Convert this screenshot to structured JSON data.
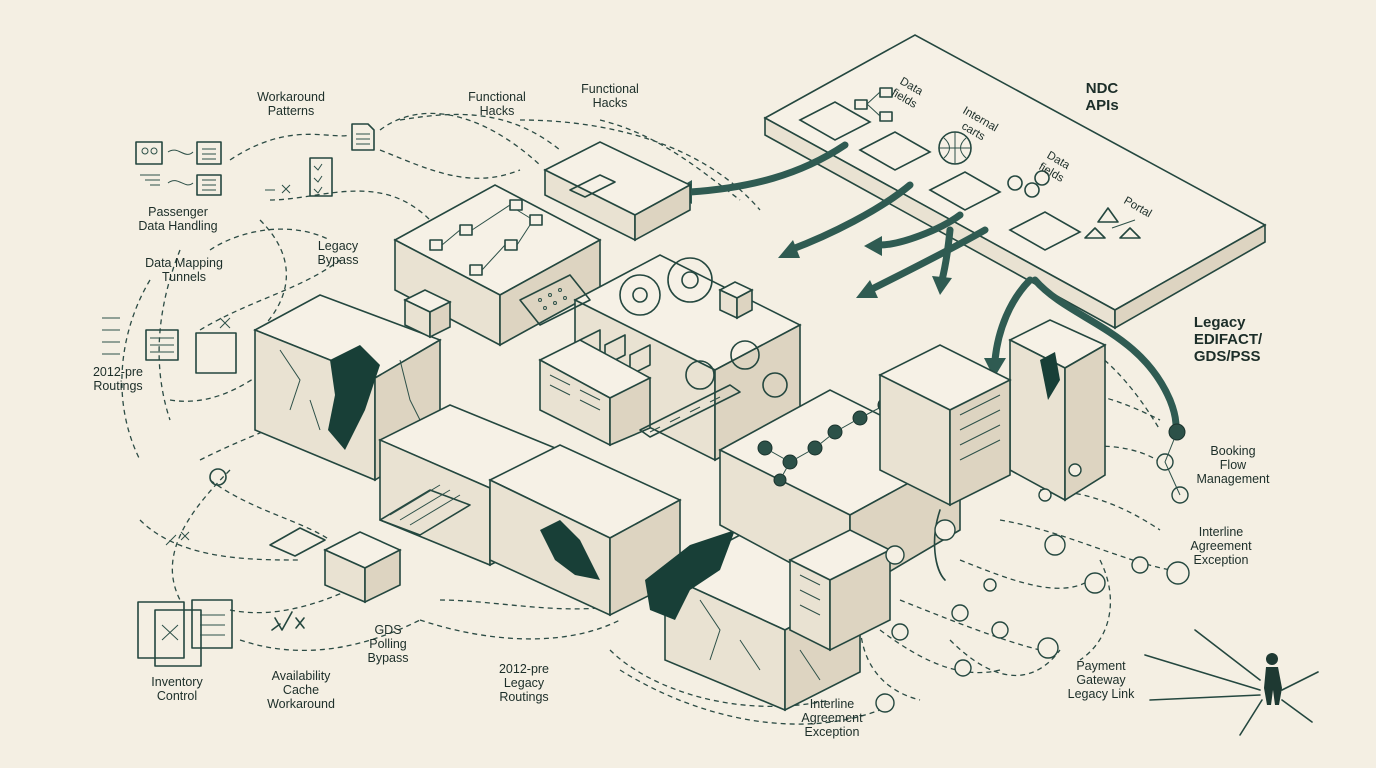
{
  "diagram": {
    "labels": {
      "ndc_apis": "NDC\nAPIs",
      "data_fields_1": "Data\nfields",
      "internal_carts": "Internal\ncarts",
      "data_fields_2": "Data\nfields",
      "portal": "Portal",
      "legacy_edifact": "Legacy\nEDIFACT/\nGDS/PSS",
      "workaround_patterns": "Workaround\nPatterns",
      "functional_hacks_1": "Functional\nHacks",
      "functional_hacks_2": "Functional\nHacks",
      "passenger_data": "Passenger\nData Handling",
      "legacy_bypass": "Legacy\nBypass",
      "data_mapping_tunnels": "Data Mapping\nTunnels",
      "routings_left": "2012-pre\nRoutings",
      "booking_flow": "Booking\nFlow\nManagement",
      "interline_right": "Interline\nAgreement\nException",
      "inventory_control": "Inventory\nControl",
      "availability_cache": "Availability\nCache\nWorkaround",
      "gds_polling": "GDS\nPolling\nBypass",
      "routings_bottom": "2012-pre\nLegacy\nRoutings",
      "interline_bottom": "Interline\nAgreement\nException",
      "payment_gateway": "Payment\nGateway\nLegacy Link"
    },
    "colors": {
      "background": "#f4efe3",
      "ink": "#24473f",
      "accent": "#2f5b52",
      "crack": "#183f37"
    }
  }
}
